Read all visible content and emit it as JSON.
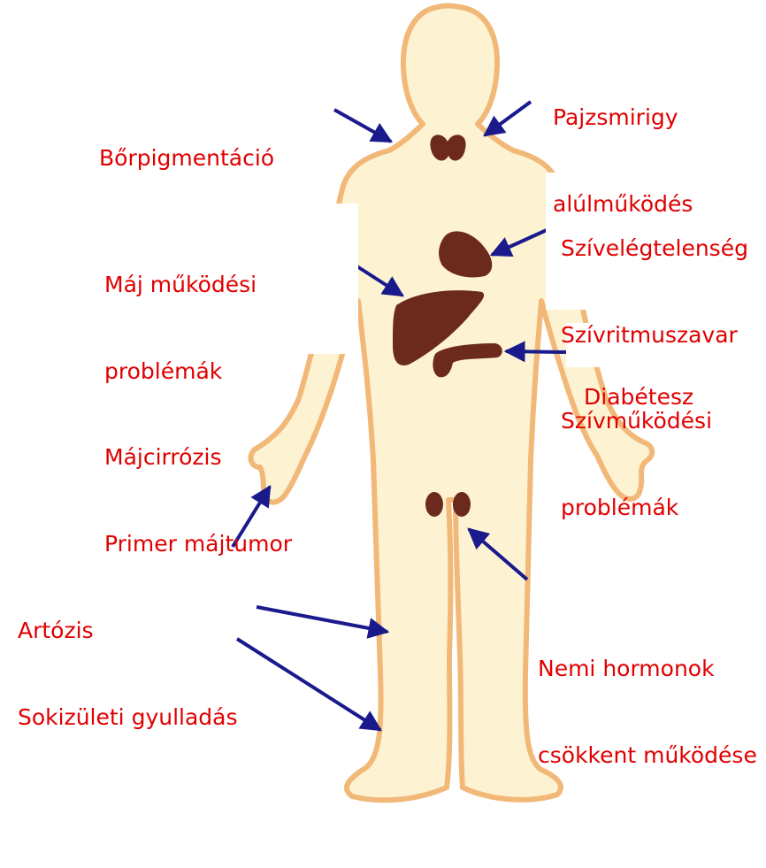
{
  "colors": {
    "skin": "#fdf3d3",
    "outline": "#f2b878",
    "organ": "#6b2a1c",
    "arrow": "#1a1a8c",
    "text": "#e00000"
  },
  "labels": {
    "skin": [
      "Bőrpigmentáció"
    ],
    "thyroid": [
      "Pajzsmirigy",
      "alúlműködés"
    ],
    "heart": [
      "Szívelégtelenség",
      "Szívritmuszavar",
      "Szívműködési",
      "problémák"
    ],
    "liver": [
      "Máj működési",
      "problémák",
      "Májcirrózis",
      "Primer májtumor"
    ],
    "pancreas": [
      "Diabétesz"
    ],
    "joints": [
      "Artózis",
      "Sokizületi gyulladás"
    ],
    "gonads": [
      "Nemi hormonok",
      "csökkent működése"
    ]
  }
}
